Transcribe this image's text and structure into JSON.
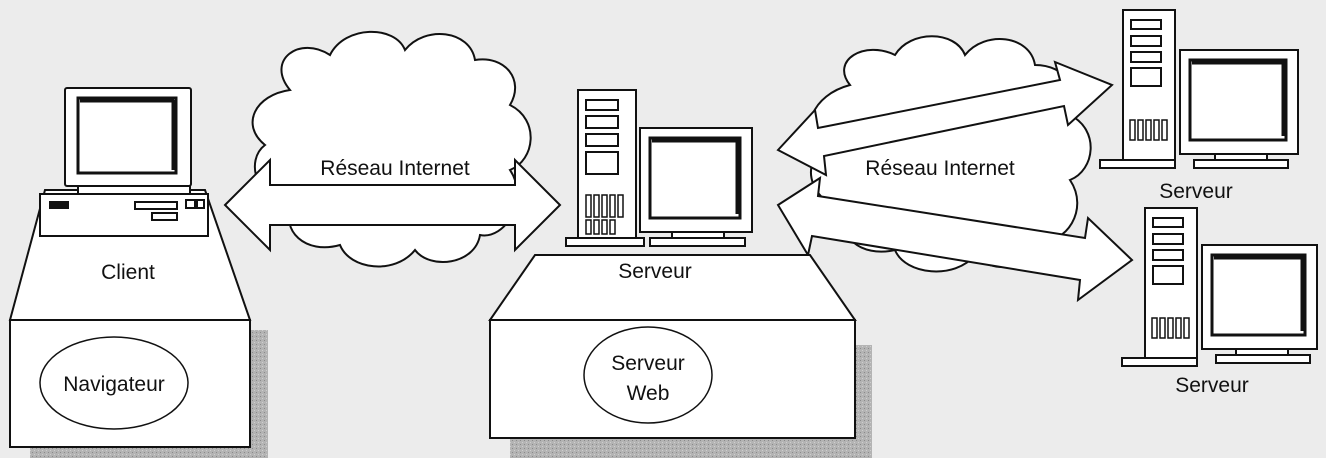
{
  "clouds": {
    "left": {
      "label": "Réseau Internet"
    },
    "right": {
      "label": "Réseau Internet"
    }
  },
  "client": {
    "label": "Client",
    "app_label": "Navigateur"
  },
  "main_server": {
    "label": "Serveur",
    "app_line1": "Serveur",
    "app_line2": "Web"
  },
  "remote_servers": [
    {
      "label": "Serveur"
    },
    {
      "label": "Serveur"
    }
  ],
  "colors": {
    "background": "#ececec",
    "line": "#111111",
    "shadow": "#a8a8a8",
    "fill": "#ffffff"
  }
}
